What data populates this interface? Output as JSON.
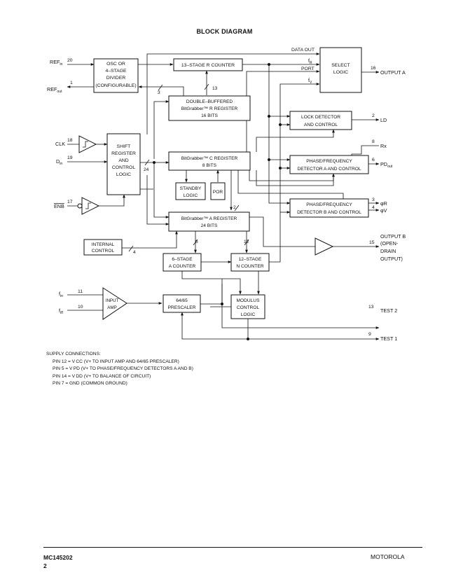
{
  "title": "BLOCK DIAGRAM",
  "blocks": {
    "osc_line1": "OSC OR",
    "osc_line2": "4–STAGE",
    "osc_line3": "DIVIDER",
    "osc_line4": "(CONFIGURABLE)",
    "rcounter": "13–STAGE R COUNTER",
    "select_line1": "SELECT",
    "select_line2": "LOGIC",
    "dbuf_line1": "DOUBLE–BUFFERED",
    "dbuf_line2": "BitGrabber™ R REGISTER",
    "dbuf_line3": "16 BITS",
    "shift_line1": "SHIFT",
    "shift_line2": "REGISTER",
    "shift_line3": "AND",
    "shift_line4": "CONTROL",
    "shift_line5": "LOGIC",
    "creg_line1": "BitGrabber™ C REGISTER",
    "creg_line2": "8 BITS",
    "standby_line1": "STANDBY",
    "standby_line2": "LOGIC",
    "por": "POR",
    "lock_line1": "LOCK DETECTOR",
    "lock_line2": "AND CONTROL",
    "pfda_line1": "PHASE/FREQUENCY",
    "pfda_line2": "DETECTOR A AND CONTROL",
    "pfdb_line1": "PHASE/FREQUENCY",
    "pfdb_line2": "DETECTOR B AND CONTROL",
    "areg_line1": "BitGrabber™ A REGISTER",
    "areg_line2": "24 BITS",
    "internal_line1": "INTERNAL",
    "internal_line2": "CONTROL",
    "acounter_line1": "6–STAGE",
    "acounter_line2": "A COUNTER",
    "ncounter_line1": "12–STAGE",
    "ncounter_line2": "N COUNTER",
    "inamp_line1": "INPUT",
    "inamp_line2": "AMP",
    "prescaler_line1": "64/65",
    "prescaler_line2": "PRESCALER",
    "modulus_line1": "MODULUS",
    "modulus_line2": "CONTROL",
    "modulus_line3": "LOGIC"
  },
  "pins": {
    "refin_label": "REF",
    "refin_sub": "in",
    "refin_num": "20",
    "refout_label": "REF",
    "refout_sub": "out",
    "refout_num": "1",
    "clk_label": "CLK",
    "clk_num": "18",
    "din_label": "D",
    "din_sub": "in",
    "din_num": "19",
    "enb_label": "ENB",
    "enb_num": "17",
    "outa_label": "OUTPUT A",
    "outa_num": "16",
    "ld_label": "LD",
    "ld_num": "2",
    "rx_label": "Rx",
    "rx_num": "8",
    "pdout_label": "PD",
    "pdout_sub": "out",
    "pdout_num": "6",
    "phir_label": "φR",
    "phir_num": "3",
    "phiv_label": "φV",
    "phiv_num": "4",
    "outb_line1": "OUTPUT B",
    "outb_line2": "(OPEN-",
    "outb_line3": "DRAIN",
    "outb_line4": "OUTPUT)",
    "outb_num": "15",
    "fin_label": "f",
    "fin_sub": "in",
    "fin_num": "11",
    "finb_label": "f",
    "finb_sub": "in",
    "finb_num": "10",
    "test2_label": "TEST 2",
    "test2_num": "13",
    "test1_label": "TEST 1",
    "test1_num": "9"
  },
  "signals": {
    "data_out": "DATA OUT",
    "fr": "f",
    "fr_sub": "R",
    "port": "PORT",
    "fv": "f",
    "fv_sub": "V"
  },
  "bus_widths": {
    "osc_to_dbuf": "3",
    "rcounter_bus": "13",
    "shift_bus": "24",
    "creg_bus": "2",
    "internal_bus": "4",
    "acounter_bus": "6",
    "ncounter_bus": "12"
  },
  "supply": {
    "heading": "SUPPLY CONNECTIONS:",
    "lines": [
      "PIN 12 = V CC (V+ TO INPUT AMP AND 64/65 PRESCALER)",
      "PIN 5 = V PD (V+ TO PHASE/FREQUENCY DETECTORS A AND B)",
      "PIN 14 = V DD (V+ TO BALANCE OF CIRCUIT)",
      "PIN 7 = GND (COMMON GROUND)"
    ]
  },
  "footer": {
    "part": "MC145202",
    "page": "2",
    "brand": "MOTOROLA"
  }
}
